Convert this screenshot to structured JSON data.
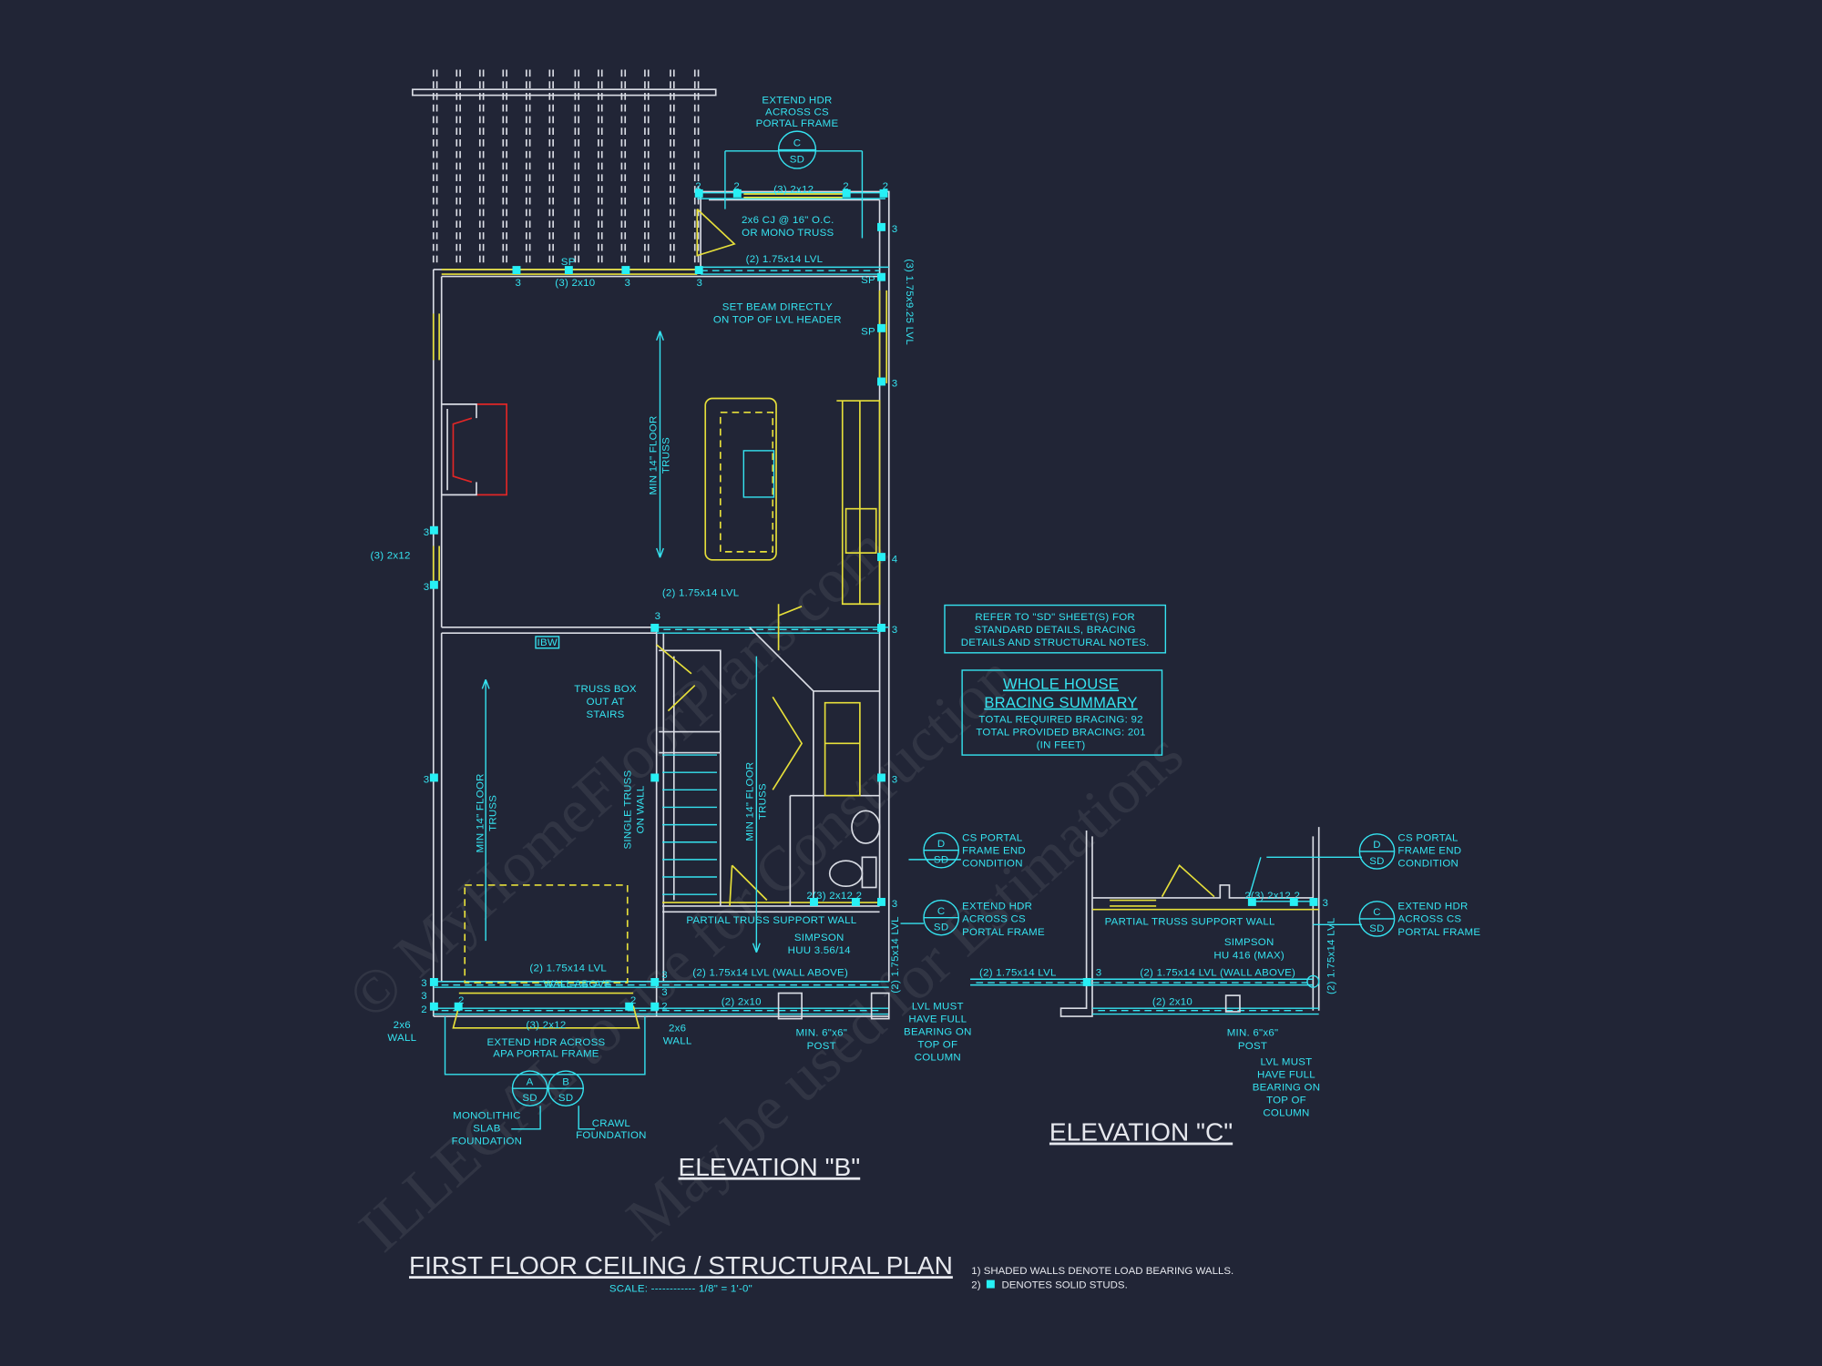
{
  "colors": {
    "background": "#212536",
    "cyan": "#35e3f0",
    "yellow": "#e6df3a",
    "red": "#e02626",
    "white": "#e6e8ee"
  },
  "watermark": [
    "© MyHomeFloorPlans.com",
    "ILLEGAL to use for Construction",
    "May be used for Estimations"
  ],
  "title": {
    "main": "FIRST FLOOR CEILING / STRUCTURAL PLAN",
    "scale": "SCALE: ------------ 1/8\" = 1'-0\""
  },
  "general_notes": [
    "1) SHADED WALLS DENOTE LOAD BEARING WALLS.",
    "2)",
    "DENOTES SOLID STUDS."
  ],
  "refer_box": [
    "REFER TO \"SD\"  SHEET(S) FOR",
    "STANDARD DETAILS, BRACING",
    "DETAILS AND STRUCTURAL NOTES."
  ],
  "bracing_summary": {
    "title1": "WHOLE HOUSE",
    "title2": "BRACING SUMMARY",
    "required": "TOTAL REQUIRED BRACING: 92",
    "provided": "TOTAL PROVIDED BRACING: 201",
    "units": "(IN FEET)"
  },
  "elevation_b": {
    "title": "ELEVATION \"B\"",
    "top_hdr_note": [
      "EXTEND HDR",
      "ACROSS CS",
      "PORTAL FRAME"
    ],
    "porch_header": "(3) 2x12",
    "cj_note": [
      "2x6 CJ @ 16\" O.C.",
      "OR MONO TRUSS"
    ],
    "rear_lvl": "(2) 1.75x14 LVL",
    "sp": "SP",
    "rear_2x10": "(3) 2x10",
    "set_beam": [
      "SET BEAM DIRECTLY",
      "ON TOP OF LVL HEADER"
    ],
    "side_lvl": "(3) 1.75x9.25 LVL",
    "floor_truss": [
      "MIN 14\" FLOOR",
      "TRUSS"
    ],
    "left_header": "(3) 2x12",
    "mid_lvl": "(2) 1.75x14 LVL",
    "ibw": "IBW",
    "truss_box": [
      "TRUSS BOX",
      "OUT AT",
      "STAIRS"
    ],
    "single_truss": [
      "SINGLE TRUSS",
      "ON WALL"
    ],
    "cs_portal": [
      "CS PORTAL",
      "FRAME END",
      "CONDITION"
    ],
    "extend_hdr": [
      "EXTEND HDR",
      "ACROSS CS",
      "PORTAL FRAME"
    ],
    "bath_header": "2(3) 2x12 2",
    "partial_wall": "PARTIAL TRUSS SUPPORT WALL",
    "simpson": [
      "SIMPSON",
      "HUU 3.56/14"
    ],
    "wall_above_lvl": "(2) 1.75x14 LVL (WALL ABOVE)",
    "vert_lvl": "(2) 1.75x14 LVL",
    "front_2x10": "(2) 2x10",
    "post": [
      "MIN. 6\"x6\"",
      "POST"
    ],
    "lvl_bearing": [
      "LVL MUST",
      "HAVE FULL",
      "BEARING ON",
      "TOP OF",
      "COLUMN"
    ],
    "garage_lvl": "(2) 1.75x14 LVL",
    "wall_above": "WALL ABOVE",
    "garage_header": "(3) 2x12",
    "wall_2x6": [
      "2x6",
      "WALL"
    ],
    "apa_note": [
      "EXTEND HDR ACROSS",
      "APA PORTAL FRAME"
    ],
    "mono_slab": [
      "MONOLITHIC",
      "SLAB",
      "FOUNDATION"
    ],
    "crawl": [
      "CRAWL",
      "FOUNDATION"
    ],
    "stud_counts": {
      "two": "2",
      "three": "3",
      "four": "4"
    }
  },
  "elevation_c": {
    "title": "ELEVATION \"C\"",
    "header": "2(3) 2x12 2",
    "partial_wall": "PARTIAL TRUSS SUPPORT WALL",
    "simpson": [
      "SIMPSON",
      "HU 416 (MAX)"
    ],
    "lvl_left": "(2) 1.75x14 LVL",
    "wall_above_lvl": "(2) 1.75x14 LVL (WALL ABOVE)",
    "vert_lvl": "(2) 1.75x14 LVL",
    "front_2x10": "(2) 2x10",
    "post": [
      "MIN. 6\"x6\"",
      "POST"
    ],
    "lvl_bearing": [
      "LVL MUST",
      "HAVE FULL",
      "BEARING ON",
      "TOP OF",
      "COLUMN"
    ],
    "cs_portal": [
      "CS PORTAL",
      "FRAME END",
      "CONDITION"
    ],
    "extend_hdr": [
      "EXTEND HDR",
      "ACROSS CS",
      "PORTAL FRAME"
    ],
    "three": "3"
  },
  "detail_tags": {
    "a": "A",
    "b": "B",
    "c": "C",
    "d": "D",
    "sheet": "SD"
  }
}
